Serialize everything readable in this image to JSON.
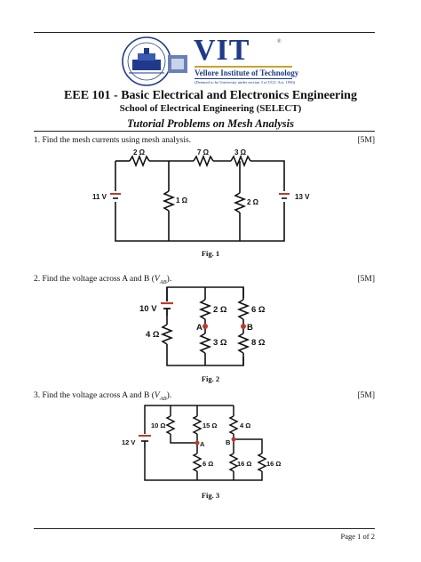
{
  "header": {
    "logo_acronym": "VIT",
    "logo_name": "Vellore Institute of Technology",
    "logo_subtitle": "(Deemed to be University under section 3 of UGC Act, 1956)",
    "course_title": "EEE 101 - Basic Electrical and Electronics Engineering",
    "school": "School of Electrical Engineering (SELECT)",
    "topic": "Tutorial Problems on Mesh Analysis"
  },
  "questions": [
    {
      "text": "1.  Find the mesh currents using mesh analysis.",
      "marks": "[5M]",
      "figure_caption": "Fig. 1",
      "labels": {
        "r1": "2 Ω",
        "r2": "7 Ω",
        "r3": "3 Ω",
        "r4": "1 Ω",
        "r5": "2 Ω",
        "v1": "11 V",
        "v2": "13 V"
      }
    },
    {
      "text_prefix": "2.  Find the voltage across A and B (",
      "var": "V",
      "var_sub": "AB",
      "text_suffix": ").",
      "marks": "[5M]",
      "figure_caption": "Fig. 2",
      "labels": {
        "v1": "10 V",
        "r_left": "4 Ω",
        "r_mid_top": "2 Ω",
        "r_mid_bot": "3 Ω",
        "r_right_top": "6 Ω",
        "r_right_bot": "8 Ω",
        "node_a": "A",
        "node_b": "B"
      }
    },
    {
      "text_prefix": "3.  Find the voltage across A and B (",
      "var": "V",
      "var_sub": "AB",
      "text_suffix": ").",
      "marks": "[5M]",
      "figure_caption": "Fig. 3",
      "labels": {
        "v1": "12 V",
        "r1": "10 Ω",
        "r2": "15 Ω",
        "r3": "4 Ω",
        "r4": "6 Ω",
        "r5": "16 Ω",
        "r6": "16 Ω",
        "node_a": "A",
        "node_b": "B"
      }
    }
  ],
  "footer": {
    "page": "Page 1 of 2"
  }
}
